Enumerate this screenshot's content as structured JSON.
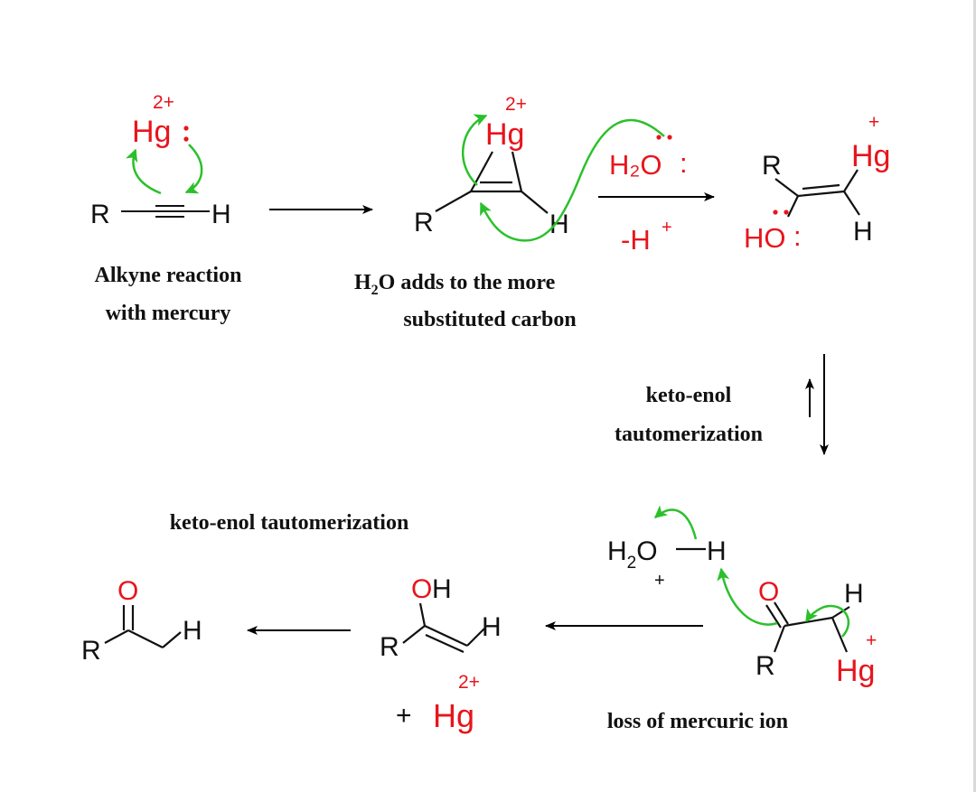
{
  "colors": {
    "text": "#111111",
    "mercury": "#e8141c",
    "curved_arrow": "#2bc02b",
    "reaction_arrow": "#000000"
  },
  "icons": [
    "curved-electron-arrow-icon",
    "reaction-arrow-icon",
    "equilibrium-arrows-icon",
    "lone-pair-dots-icon"
  ],
  "atoms": {
    "hg": "Hg",
    "r": "R",
    "h": "H",
    "o": "O",
    "oh": "OH",
    "ho": "HO",
    "h2o_h": "H",
    "h2o_2": "2",
    "h2o_o": "O",
    "colon": ":",
    "charge_2plus": "2+",
    "charge_plus": "+",
    "plus_sign": "+"
  },
  "reagents": {
    "above_arrow": "H₂O",
    "above_arrow_colon": ":",
    "below_arrow": "-H",
    "below_arrow_charge": "+"
  },
  "captions": {
    "step1_line1": "Alkyne reaction",
    "step1_line2": "with mercury",
    "step2_line1_a": "H",
    "step2_line1_sub": "2",
    "step2_line1_b": "O adds to the more",
    "step2_line2": "substituted carbon",
    "step3_line1": "keto-enol",
    "step3_line2": "tautomerization",
    "step4": "loss of mercuric ion",
    "step5": "keto-enol tautomerization"
  }
}
